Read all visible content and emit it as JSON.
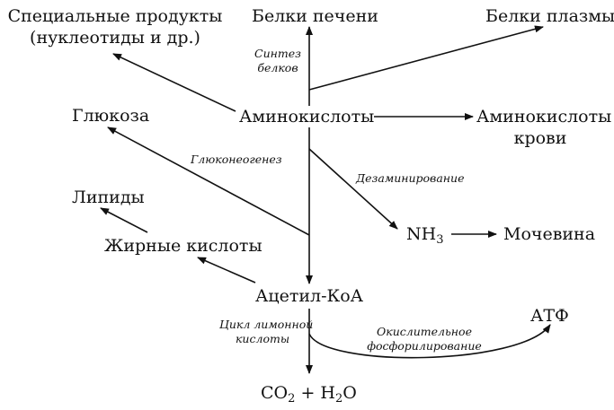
{
  "nodes": {
    "special_products": [
      "Специальные продукты",
      "(нуклеотиды и др.)"
    ],
    "liver_proteins": "Белки печени",
    "plasma_proteins": "Белки плазмы",
    "glucose": "Глюкоза",
    "amino_acids": "Аминокислоты",
    "blood_amino_acids": [
      "Аминокислоты",
      "крови"
    ],
    "lipids": "Липиды",
    "fatty_acids": "Жирные кислоты",
    "ammonia": {
      "base": "NH",
      "sub": "3"
    },
    "urea": "Мочевина",
    "acetyl_coa": "Ацетил-КоА",
    "atp": "АТФ",
    "products": {
      "co": "CO",
      "co_sub": "2",
      "plus": " + H",
      "h_sub": "2",
      "o": "O"
    }
  },
  "annotations": {
    "protein_synthesis": [
      "Синтез",
      "белков"
    ],
    "gluconeogenesis": "Глюконеогенез",
    "deamination": "Дезаминирование",
    "citric_cycle": [
      "Цикл лимонной",
      "кислоты"
    ],
    "oxidative_phosphorylation": [
      "Окислительное",
      "фосфорилирование"
    ]
  }
}
